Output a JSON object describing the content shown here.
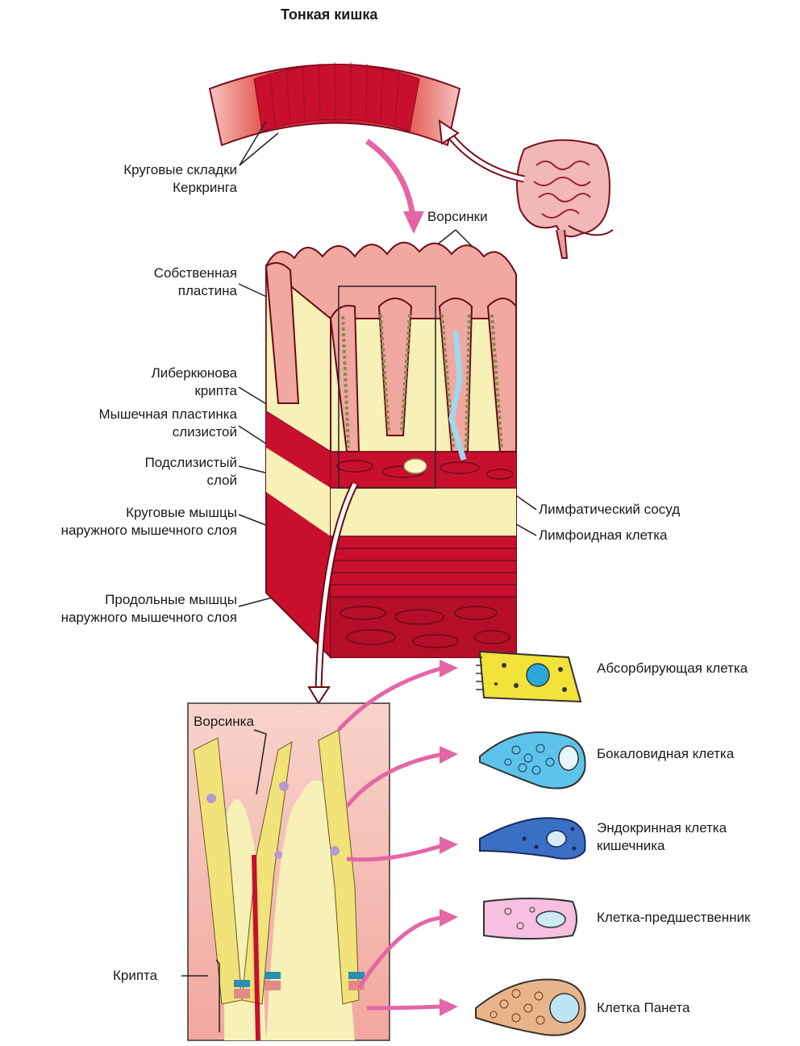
{
  "title": "Тонкая кишка",
  "labels": {
    "circular_folds_1": "Круговые складки",
    "circular_folds_2": "Керкринга",
    "villi": "Ворсинки",
    "lamina_propria_1": "Собственная",
    "lamina_propria_2": "пластина",
    "crypt_1": "Либеркюнова",
    "crypt_2": "крипта",
    "muscularis_mucosae_1": "Мышечная пластинка",
    "muscularis_mucosae_2": "слизистой",
    "submucosa_1": "Подслизистый",
    "submucosa_2": "слой",
    "circular_muscle_1": "Круговые мышцы",
    "circular_muscle_2": "наружного мышечного слоя",
    "longitudinal_muscle_1": "Продольные мышцы",
    "longitudinal_muscle_2": "наружного мышечного слоя",
    "lymphatic_vessel": "Лимфатический сосуд",
    "lymphoid_cell": "Лимфоидная клетка",
    "villus": "Ворсинка",
    "crypt": "Крипта"
  },
  "cells": [
    {
      "name": "Абсорбирующая клетка",
      "color": "#f2e23a"
    },
    {
      "name": "Бокаловидная клетка",
      "color": "#5ec3ea"
    },
    {
      "name": "Эндокринная клетка",
      "name2": "кишечника",
      "color": "#3a6fc4"
    },
    {
      "name": "Клетка-предшественник",
      "color": "#f7bfe0"
    },
    {
      "name": "Клетка Панета",
      "color": "#e9b48a"
    }
  ],
  "colors": {
    "muscle_red": "#c8102e",
    "mucosa_pink": "#f0a8a0",
    "lamina_cream": "#f7f1b8",
    "arrow_pink": "#e466a5"
  }
}
